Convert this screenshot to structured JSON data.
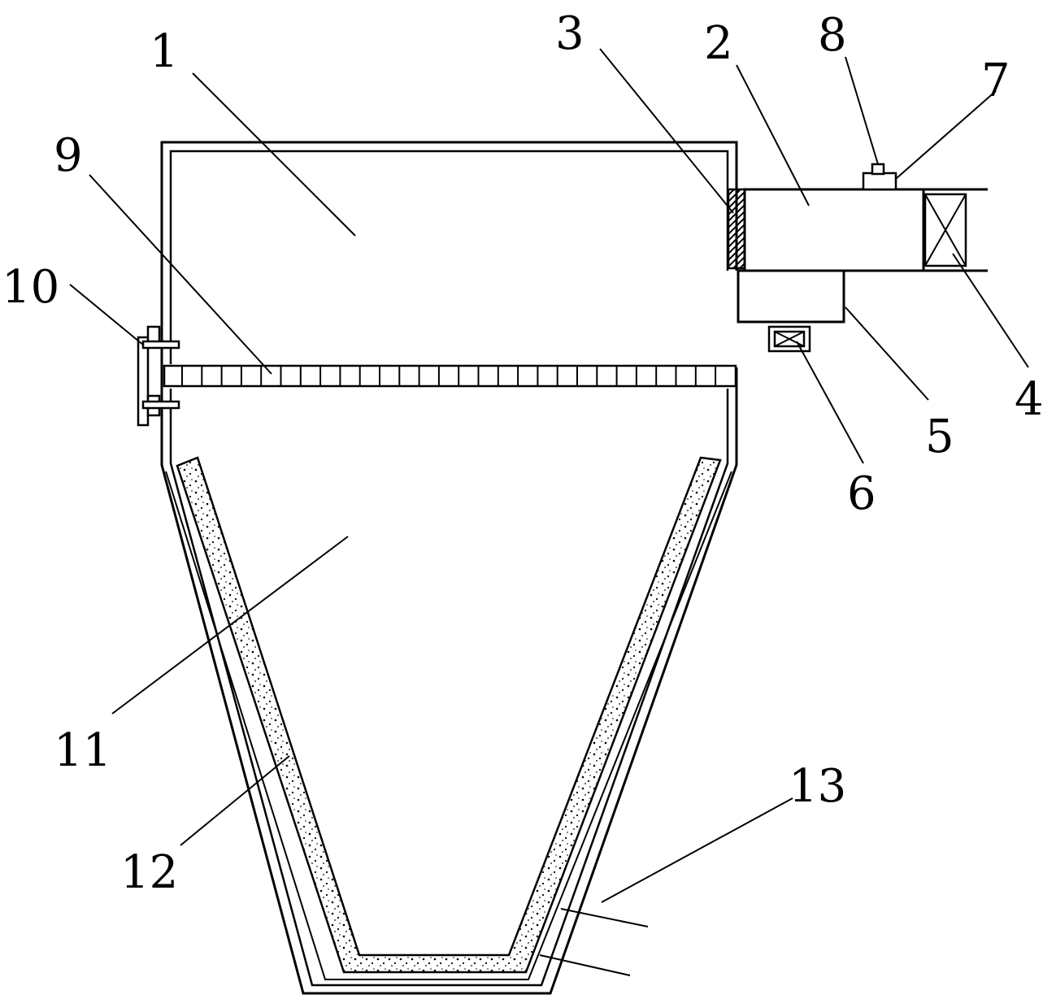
{
  "labels": {
    "l1": "1",
    "l2": "2",
    "l3": "3",
    "l4": "4",
    "l5": "5",
    "l6": "6",
    "l7": "7",
    "l8": "8",
    "l9": "9",
    "l10": "10",
    "l11": "11",
    "l12": "12",
    "l13": "13"
  },
  "colors": {
    "stroke": "#000000",
    "background": "#ffffff"
  }
}
